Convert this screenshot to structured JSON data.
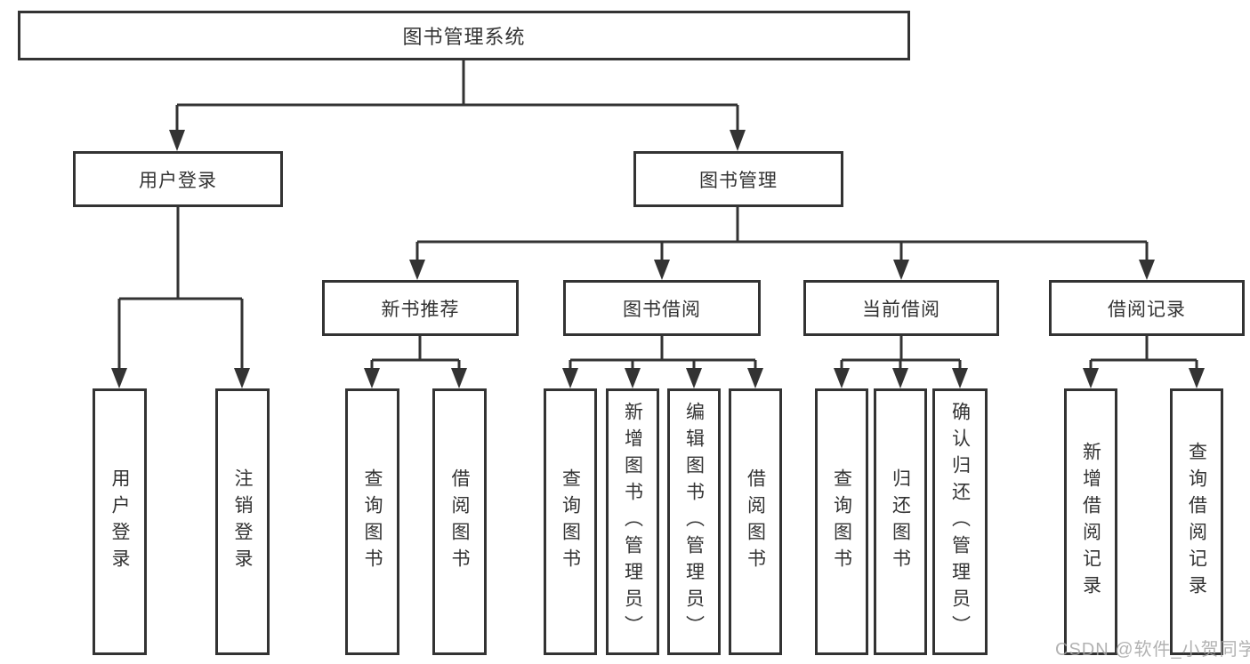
{
  "tree": {
    "root": "图书管理系统",
    "user_login": {
      "label": "用户登录",
      "children": [
        "用户登录",
        "注销登录"
      ]
    },
    "book_mgmt": {
      "label": "图书管理",
      "sections": [
        {
          "label": "新书推荐",
          "children": [
            "查询图书",
            "借阅图书"
          ]
        },
        {
          "label": "图书借阅",
          "children": [
            "查询图书",
            "新增图书（管理员）",
            "编辑图书（管理员）",
            "借阅图书"
          ]
        },
        {
          "label": "当前借阅",
          "children": [
            "查询图书",
            "归还图书",
            "确认归还（管理员）"
          ]
        },
        {
          "label": "借阅记录",
          "children": [
            "新增借阅记录",
            "查询借阅记录"
          ]
        }
      ]
    }
  },
  "colors": {
    "line": "#333333",
    "text": "#333333",
    "background": "#ffffff",
    "watermark": "#a5a5a5"
  },
  "watermark": "CSDN @软件_小贺同学"
}
